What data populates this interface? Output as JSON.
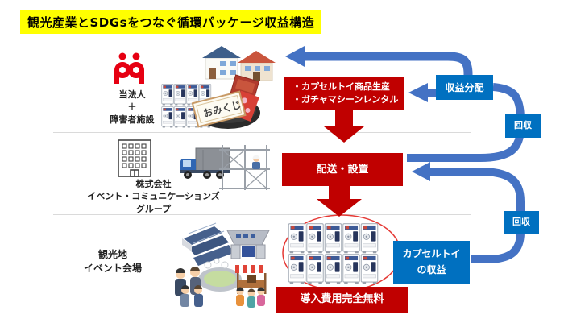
{
  "title": "観光産業とSDGsをつなぐ循環パッケージ収益構造",
  "colors": {
    "accent_red": "#C00000",
    "box_blue": "#0070C0",
    "arrow_blue": "#4472C4",
    "highlight_yellow": "#FFFF00",
    "logo_red": "#E60012"
  },
  "left_labels": {
    "corp": [
      "当法人",
      "＋",
      "障害者施設"
    ],
    "company": [
      "株式会社",
      "イベント・コミュニケーションズ",
      "グループ"
    ],
    "venue": [
      "観光地",
      "イベント会場"
    ]
  },
  "flow": {
    "production_line1": "・カプセルトイ商品生産",
    "production_line2": "・ガチャマシーンレンタル",
    "revenue_share": "収益分配",
    "collection_top": "回収",
    "delivery": "配送・設置",
    "collection_bottom": "回収",
    "capsule_revenue_line1": "カプセルトイ",
    "capsule_revenue_line2": "の収益",
    "free_install": "導入費用完全無料"
  },
  "illustrations": {
    "omikuji_label": "おみくじ"
  }
}
